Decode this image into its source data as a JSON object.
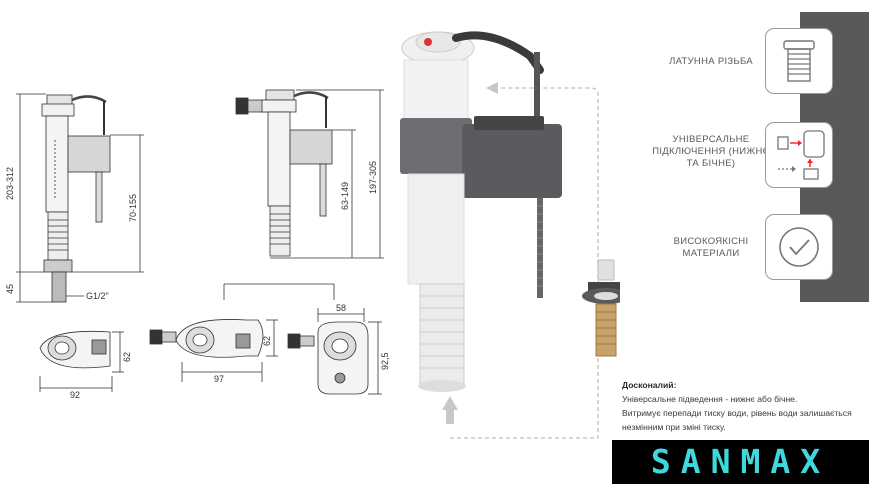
{
  "dimensions": {
    "left_height_total": "203-312",
    "left_height_base": "45",
    "left_height_inner": "70-155",
    "left_thread": "G1/2\"",
    "left_width_bottom": "92",
    "left_depth": "62",
    "mid_height_total": "197-305",
    "mid_height_inner": "63-149",
    "mid_depth": "62",
    "mid_width_bottom": "97",
    "right_width_top": "58",
    "right_height": "92,5"
  },
  "features": [
    {
      "label": "ЛАТУННА РІЗЬБА",
      "icon": "brass-thread-icon"
    },
    {
      "label": "УНІВЕРСАЛЬНЕ ПІДКЛЮЧЕННЯ (НИЖНЄ ТА БІЧНЕ)",
      "icon": "connection-icon"
    },
    {
      "label": "ВИСОКОЯКІСНІ МАТЕРІАЛИ",
      "icon": "check-circle-icon"
    }
  ],
  "description": {
    "title": "Досконалий:",
    "lines": [
      "Універсальне підведення - нижнє або бічне.",
      "Витримує перепади тиску води, рівень води залишається",
      "незмінним при зміні тиску."
    ]
  },
  "brand": {
    "name": "SANMAX",
    "color": "#3fd8dc"
  }
}
